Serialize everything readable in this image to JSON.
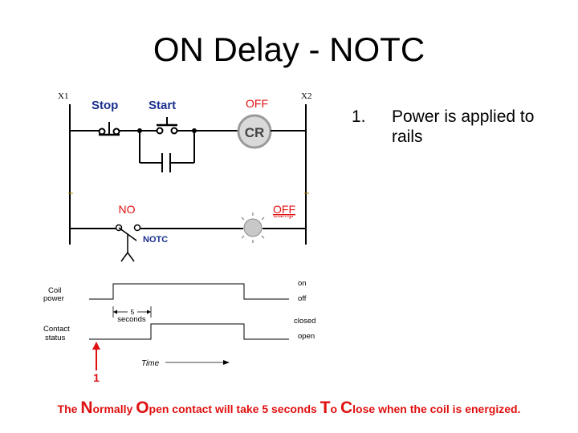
{
  "title": "ON Delay - NOTC",
  "ladder": {
    "rail_left": "X1",
    "rail_right": "X2",
    "stop_label": "Stop",
    "start_label": "Start",
    "coil_label": "CR",
    "coil_state": "OFF",
    "contact_state": "NO",
    "lamp_state": "OFF",
    "contact_label": "NOTC",
    "lamp_label": "Lamp"
  },
  "timing": {
    "coil_label": [
      "Coil",
      "power"
    ],
    "contact_label": [
      "Contact",
      "status"
    ],
    "coil_levels": [
      "on",
      "off"
    ],
    "contact_levels": [
      "closed",
      "open"
    ],
    "delay_value": "5",
    "delay_unit": "seconds",
    "time_label": "Time",
    "marker": "1"
  },
  "steps": [
    {
      "number": "1.",
      "text": "Power is applied to rails"
    }
  ],
  "footer": {
    "p1": "The ",
    "n": "N",
    "p2": "ormally ",
    "o": "O",
    "p3": "pen contact will take 5 seconds ",
    "t": "T",
    "p4": "o ",
    "c": "C",
    "p5": "lose when the coil is energized."
  },
  "colors": {
    "state_red": "#e01010",
    "label_blue": "#1a2f8f",
    "coil_fill": "#d9d9d9",
    "lamp_fill": "#c8c8c8"
  }
}
